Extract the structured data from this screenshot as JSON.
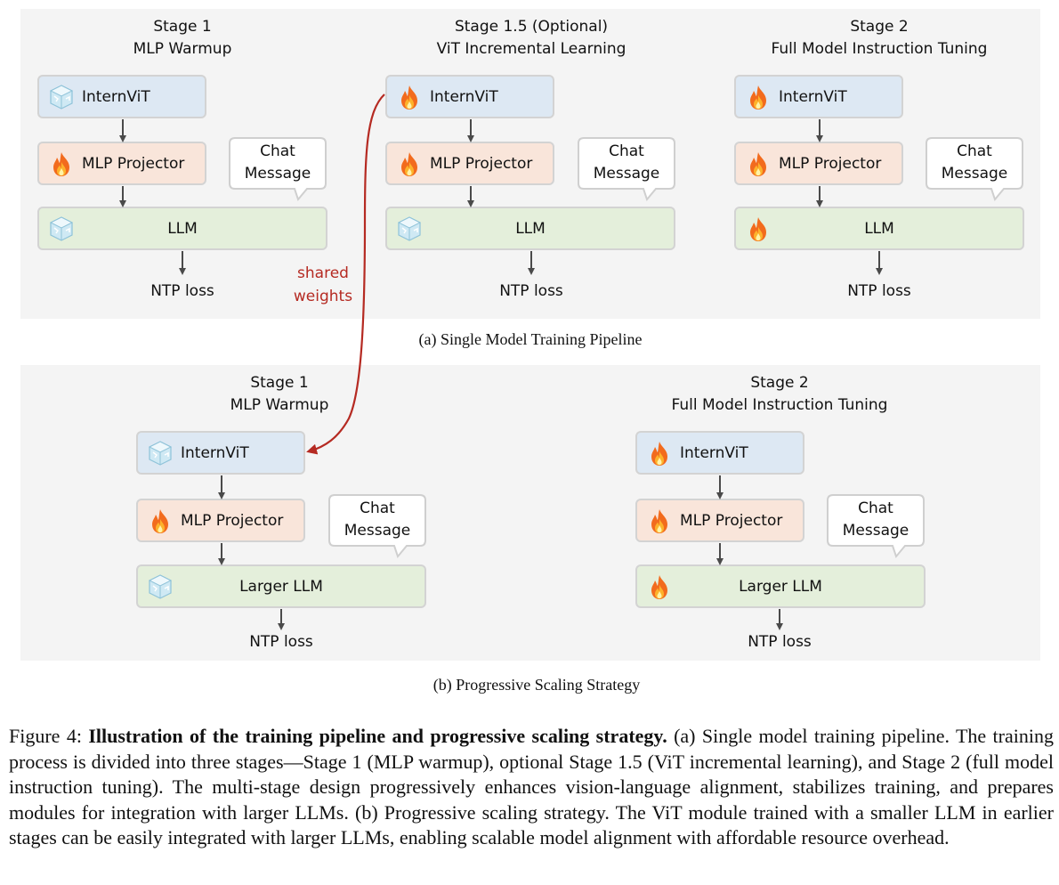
{
  "colors": {
    "panel_bg": "#f4f4f4",
    "vit_box": "#dde8f3",
    "mlp_box": "#f9e5da",
    "llm_box": "#e4efdb",
    "arrow": "#4a4a4a",
    "shared_arrow": "#b52a22"
  },
  "icons": {
    "frozen": "ice-cube-icon",
    "trainable": "fire-icon"
  },
  "panel_a": {
    "stages": [
      {
        "title_line1": "Stage 1",
        "title_line2": "MLP Warmup",
        "vit": "InternViT",
        "mlp": "MLP Projector",
        "llm": "LLM",
        "chat_line1": "Chat",
        "chat_line2": "Message",
        "loss": "NTP loss",
        "vit_icon": "ice-cube-icon",
        "mlp_icon": "fire-icon",
        "llm_icon": "ice-cube-icon"
      },
      {
        "title_line1": "Stage 1.5 (Optional)",
        "title_line2": "ViT Incremental Learning",
        "vit": "InternViT",
        "mlp": "MLP Projector",
        "llm": "LLM",
        "chat_line1": "Chat",
        "chat_line2": "Message",
        "loss": "NTP loss",
        "vit_icon": "fire-icon",
        "mlp_icon": "fire-icon",
        "llm_icon": "ice-cube-icon"
      },
      {
        "title_line1": "Stage 2",
        "title_line2": "Full Model Instruction Tuning",
        "vit": "InternViT",
        "mlp": "MLP Projector",
        "llm": "LLM",
        "chat_line1": "Chat",
        "chat_line2": "Message",
        "loss": "NTP loss",
        "vit_icon": "fire-icon",
        "mlp_icon": "fire-icon",
        "llm_icon": "fire-icon"
      }
    ],
    "caption": "(a) Single Model Training Pipeline"
  },
  "panel_b": {
    "stages": [
      {
        "title_line1": "Stage 1",
        "title_line2": "MLP Warmup",
        "vit": "InternViT",
        "mlp": "MLP Projector",
        "llm": "Larger LLM",
        "chat_line1": "Chat",
        "chat_line2": "Message",
        "loss": "NTP loss",
        "vit_icon": "ice-cube-icon",
        "mlp_icon": "fire-icon",
        "llm_icon": "ice-cube-icon"
      },
      {
        "title_line1": "Stage 2",
        "title_line2": "Full Model Instruction Tuning",
        "vit": "InternViT",
        "mlp": "MLP Projector",
        "llm": "Larger LLM",
        "chat_line1": "Chat",
        "chat_line2": "Message",
        "loss": "NTP loss",
        "vit_icon": "fire-icon",
        "mlp_icon": "fire-icon",
        "llm_icon": "fire-icon"
      }
    ],
    "caption": "(b) Progressive Scaling Strategy"
  },
  "shared_weights": {
    "line1": "shared",
    "line2": "weights"
  },
  "figure_caption": {
    "label": "Figure 4:",
    "bold": "Illustration of the training pipeline and progressive scaling strategy.",
    "text": "(a) Single model training pipeline. The training process is divided into three stages—Stage 1 (MLP warmup), optional Stage 1.5 (ViT incremental learning), and Stage 2 (full model instruction tuning). The multi-stage design progressively enhances vision-language alignment, stabilizes training, and prepares modules for integration with larger LLMs. (b) Progressive scaling strategy. The ViT module trained with a smaller LLM in earlier stages can be easily integrated with larger LLMs, enabling scalable model alignment with affordable resource overhead."
  }
}
